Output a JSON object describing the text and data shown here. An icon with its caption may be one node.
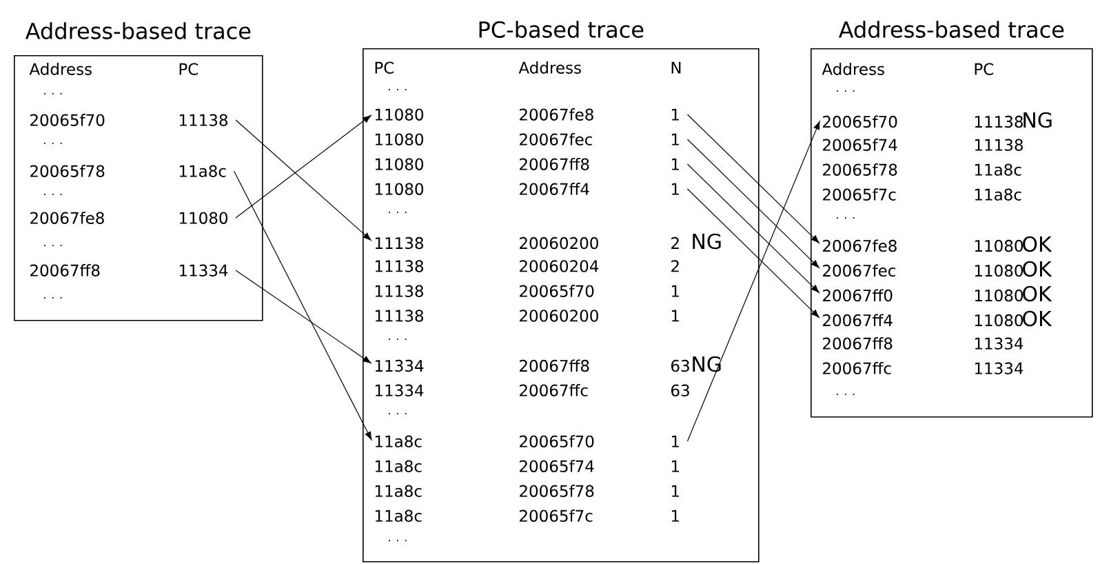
{
  "diagram": {
    "nodes": [
      {
        "text": [
          "Address-based trace"
        ]
      },
      {
        "text": [
          "Address",
          "PC"
        ],
        "in": 0
      },
      {
        "text": [
          ". . ."
        ],
        "in": 0
      },
      {
        "text": [
          "20065f70",
          "11138"
        ],
        "in": 0
      },
      {
        "text": [
          ". . ."
        ],
        "in": 0
      },
      {
        "text": [
          "20065f78",
          "11a8c"
        ],
        "in": 0
      },
      {
        "text": [
          ". . ."
        ],
        "in": 0
      },
      {
        "text": [
          "20067fe8",
          "11080"
        ],
        "in": 0
      },
      {
        "text": [
          ". . ."
        ],
        "in": 0
      },
      {
        "text": [
          "20067ff8",
          "11334"
        ],
        "in": 0
      },
      {
        "text": [
          ". . ."
        ],
        "in": 0
      },
      {
        "text": [
          "PC-based trace"
        ]
      },
      {
        "text": [
          "PC",
          "Address",
          "N"
        ],
        "in": 11
      },
      {
        "text": [
          ". . ."
        ],
        "in": 11
      },
      {
        "text": [
          "11080",
          "20067fe8",
          "1"
        ],
        "in": 11
      },
      {
        "text": [
          "11080",
          "20067fec",
          "1"
        ],
        "in": 11
      },
      {
        "text": [
          "11080",
          "20067ff8",
          "1"
        ],
        "in": 11
      },
      {
        "text": [
          "11080",
          "20067ff4",
          "1"
        ],
        "in": 11
      },
      {
        "text": [
          ". . ."
        ],
        "in": 11
      },
      {
        "text": [
          "11138",
          "20060200",
          "2",
          "NG"
        ],
        "in": 11
      },
      {
        "text": [
          "11138",
          "20060204",
          "2"
        ],
        "in": 11
      },
      {
        "text": [
          "11138",
          "20065f70",
          "1"
        ],
        "in": 11
      },
      {
        "text": [
          "11138",
          "20060200",
          "1"
        ],
        "in": 11
      },
      {
        "text": [
          ". . ."
        ],
        "in": 11
      },
      {
        "text": [
          "11334",
          "20067ff8",
          "63",
          "NG"
        ],
        "in": 11
      },
      {
        "text": [
          "11334",
          "20067ffc",
          "63"
        ],
        "in": 11
      },
      {
        "text": [
          ". . ."
        ],
        "in": 11
      },
      {
        "text": [
          "11a8c",
          "20065f70",
          "1"
        ],
        "in": 11
      },
      {
        "text": [
          "11a8c",
          "20065f74",
          "1"
        ],
        "in": 11
      },
      {
        "text": [
          "11a8c",
          "20065f78",
          "1"
        ],
        "in": 11
      },
      {
        "text": [
          "11a8c",
          "20065f7c",
          "1"
        ],
        "in": 11
      },
      {
        "text": [
          ". . ."
        ],
        "in": 11
      },
      {
        "text": [
          "Address-based trace"
        ]
      },
      {
        "text": [
          "Address",
          "PC"
        ],
        "in": 32
      },
      {
        "text": [
          ". . ."
        ],
        "in": 32
      },
      {
        "text": [
          "20065f70",
          "11138",
          "NG"
        ],
        "in": 32
      },
      {
        "text": [
          "20065f74",
          "11138"
        ],
        "in": 32
      },
      {
        "text": [
          "20065f78",
          "11a8c"
        ],
        "in": 32
      },
      {
        "text": [
          "20065f7c",
          "11a8c"
        ],
        "in": 32
      },
      {
        "text": [
          ". . ."
        ],
        "in": 32
      },
      {
        "text": [
          "20067fe8",
          "11080",
          "OK"
        ],
        "in": 32
      },
      {
        "text": [
          "20067fec",
          "11080",
          "OK"
        ],
        "in": 32
      },
      {
        "text": [
          "20067ff0",
          "11080",
          "OK"
        ],
        "in": 32
      },
      {
        "text": [
          "20067ff4",
          "11080",
          "OK"
        ],
        "in": 32
      },
      {
        "text": [
          "20067ff8",
          "11334"
        ],
        "in": 32
      },
      {
        "text": [
          "20067ffc",
          "11334"
        ],
        "in": 32
      },
      {
        "text": [
          ". . ."
        ],
        "in": 32
      }
    ],
    "edges": [
      {
        "from": 3,
        "to": 19,
        "arrow": "to"
      },
      {
        "from": 5,
        "to": 27,
        "arrow": "to"
      },
      {
        "from": 7,
        "to": 14,
        "arrow": "to"
      },
      {
        "from": 9,
        "to": 24,
        "arrow": "to"
      },
      {
        "from": 14,
        "to": 40,
        "arrow": "to"
      },
      {
        "from": 15,
        "to": 41,
        "arrow": "to"
      },
      {
        "from": 16,
        "to": 42,
        "arrow": "to"
      },
      {
        "from": 17,
        "to": 43,
        "arrow": "to"
      },
      {
        "from": 27,
        "to": 35,
        "arrow": "to"
      }
    ]
  }
}
